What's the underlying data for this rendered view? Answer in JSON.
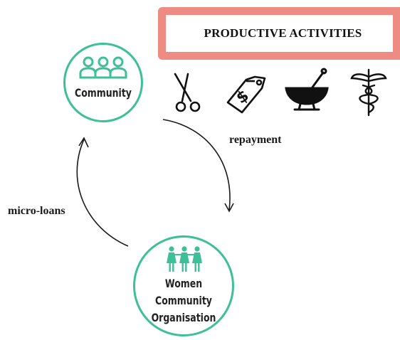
{
  "banner": {
    "title": "PRODUCTIVE ACTIVITIES"
  },
  "nodes": {
    "community": {
      "label": "Community",
      "icon": "people-group-icon"
    },
    "women": {
      "lines": [
        "Women",
        "Community",
        "Organisation"
      ],
      "icon": "women-group-icon"
    }
  },
  "edges": {
    "repayment": "repayment",
    "micro_loans": "micro-loans"
  },
  "activity_icons": [
    "scissors-icon",
    "price-tag-icon",
    "mortar-pestle-icon",
    "caduceus-icon"
  ],
  "colors": {
    "accent": "#3dbf97",
    "banner": "#ee8c84",
    "arrow": "#1a1a1a"
  }
}
